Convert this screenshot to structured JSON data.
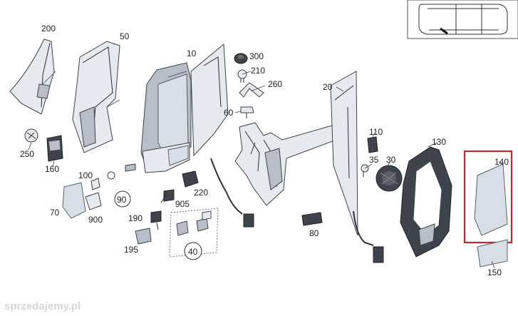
{
  "labels": {
    "p200": "200",
    "p50": "50",
    "p10": "10",
    "p300": "300",
    "p210": "210",
    "p260": "260",
    "p20": "20",
    "p60": "60",
    "p250": "250",
    "p160": "160",
    "p110": "110",
    "p130": "130",
    "p35": "35",
    "p30": "30",
    "p140": "140",
    "p100": "100",
    "p90": "90",
    "p220": "220",
    "p70": "70",
    "p905": "905",
    "p900": "900",
    "p190": "190",
    "p80": "80",
    "p195": "195",
    "p40": "40",
    "p150": "150"
  },
  "watermark": "sprzedajemy.pl",
  "highlight_color": "#c0282d"
}
